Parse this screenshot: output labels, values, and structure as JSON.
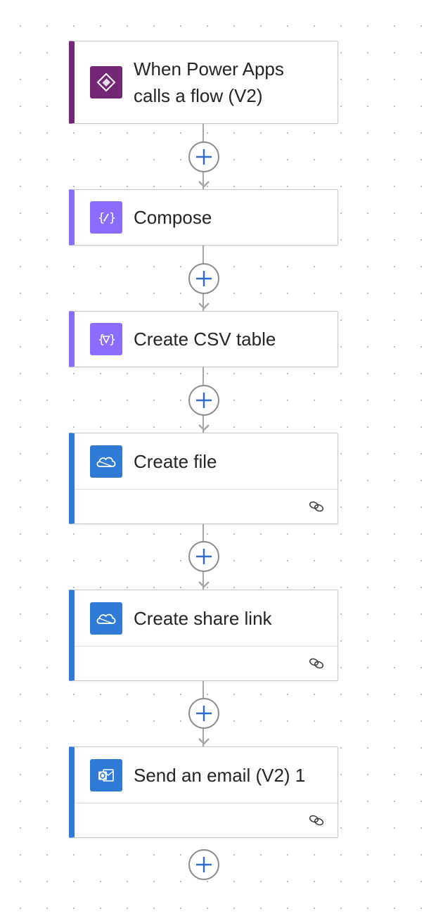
{
  "flow": {
    "steps": [
      {
        "title": "When Power Apps calls a flow (V2)",
        "icon": "power-apps-icon",
        "accent": "#742774",
        "tile": "#742774",
        "has_connection": false
      },
      {
        "title": "Compose",
        "icon": "data-operation-compose-icon",
        "accent": "#8C6CFF",
        "tile": "#8C6CFF",
        "has_connection": false
      },
      {
        "title": "Create CSV table",
        "icon": "data-operation-csv-icon",
        "accent": "#8C6CFF",
        "tile": "#8C6CFF",
        "has_connection": false
      },
      {
        "title": "Create file",
        "icon": "onedrive-icon",
        "accent": "#2E7AD4",
        "tile": "#2E7AD4",
        "has_connection": true
      },
      {
        "title": "Create share link",
        "icon": "onedrive-icon",
        "accent": "#2E7AD4",
        "tile": "#2E7AD4",
        "has_connection": true
      },
      {
        "title": "Send an email (V2) 1",
        "icon": "outlook-icon",
        "accent": "#2E7AD4",
        "tile": "#2E7AD4",
        "has_connection": true
      }
    ],
    "add_button_color": "#2E6BCF"
  }
}
